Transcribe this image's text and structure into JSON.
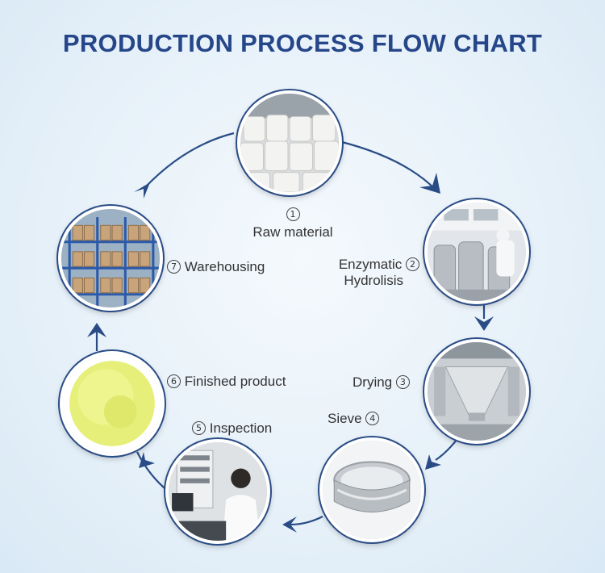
{
  "title": "PRODUCTION PROCESS FLOW CHART",
  "colors": {
    "title": "#26468a",
    "arrow": "#2a4c86",
    "label": "#333333"
  },
  "steps": [
    {
      "num": "1",
      "label": "Raw material"
    },
    {
      "num": "2",
      "label_line1": "Enzymatic",
      "label_line2": "Hydrolisis"
    },
    {
      "num": "3",
      "label": "Drying"
    },
    {
      "num": "4",
      "label": "Sieve"
    },
    {
      "num": "5",
      "label": "Inspection"
    },
    {
      "num": "6",
      "label": "Finished product"
    },
    {
      "num": "7",
      "label": "Warehousing"
    }
  ]
}
